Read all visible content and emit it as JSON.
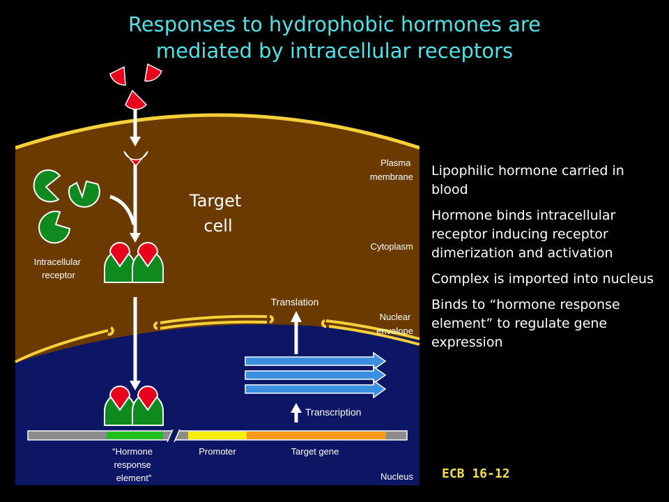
{
  "title": {
    "line1": "Responses to hydrophobic hormones are",
    "line2": "mediated by intracellular receptors"
  },
  "bullets": [
    "Lipophilic hormone carried in blood",
    "Hormone binds intracellular receptor inducing receptor dimerization and activation",
    "Complex is imported into nucleus",
    "Binds to “hormone response element” to regulate gene expression"
  ],
  "reference": "ECB 16-12",
  "diagram": {
    "target_cell": [
      "Target",
      "cell"
    ],
    "plasma_membrane": [
      "Plasma",
      "membrane"
    ],
    "cytoplasm": "Cytoplasm",
    "nuclear_envelope": [
      "Nuclear",
      "envelope"
    ],
    "nucleus": "Nucleus",
    "intracellular_receptor": [
      "Intracellular",
      "receptor"
    ],
    "translation": "Translation",
    "transcription": "Transcription",
    "hre": [
      "“Hormone",
      "response",
      "element”"
    ],
    "promoter": "Promoter",
    "target_gene": "Target gene"
  },
  "colors": {
    "cytoplasm": "#6b3a00",
    "nucleus": "#0c1664",
    "membrane": "#f5d03a",
    "hormone": "#e8001c",
    "receptor": "#0f8a1f",
    "mrna": "#3a8fe0",
    "title": "#4fe3e8",
    "hre_band": "#1fbf1f",
    "promoter_band": "#f7ef0a",
    "gene_band": "#f59a1a"
  },
  "icons": [
    "hormone-icon",
    "receptor-icon",
    "arrow-icon",
    "mrna-arrow-icon",
    "dna-strand"
  ]
}
